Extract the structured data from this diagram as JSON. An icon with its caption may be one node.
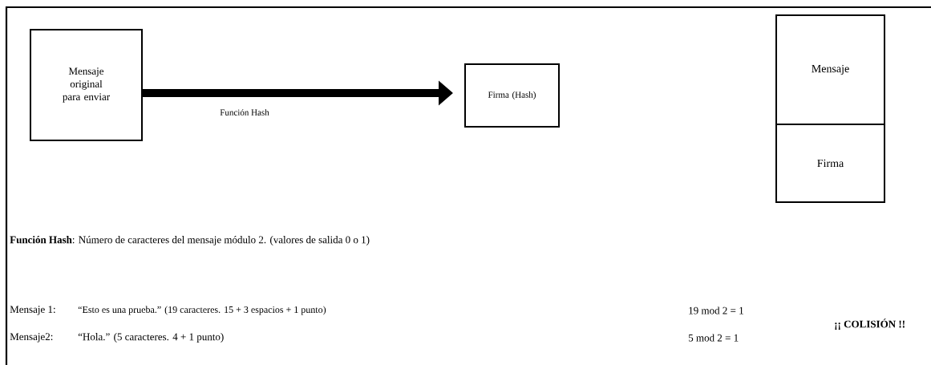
{
  "diagram": {
    "nodes": [
      {
        "text": [
          "Mensaje original para enviar"
        ]
      },
      {
        "text": [
          "Firma (Hash)"
        ]
      },
      {
        "text": [
          "Mensaje"
        ]
      },
      {
        "text": [
          "Firma"
        ]
      }
    ],
    "edges": [
      {
        "from": 0,
        "to": 1,
        "arrow": "to",
        "label": "Función Hash"
      }
    ],
    "labels": [
      "**Función Hash**: Número de caracteres del mensaje módulo 2. (valores de salida 0 o 1)",
      "Mensaje 1:",
      "“Esto es una prueba.” (19 caracteres. 15 + 3 espacios + 1 punto)",
      "19 mod 2 = 1",
      "Mensaje2:",
      "“Hola.” (5 caracteres. 4 + 1 punto)",
      "5 mod 2  = 1",
      "¡¡ COLISIÓN !!"
    ]
  }
}
